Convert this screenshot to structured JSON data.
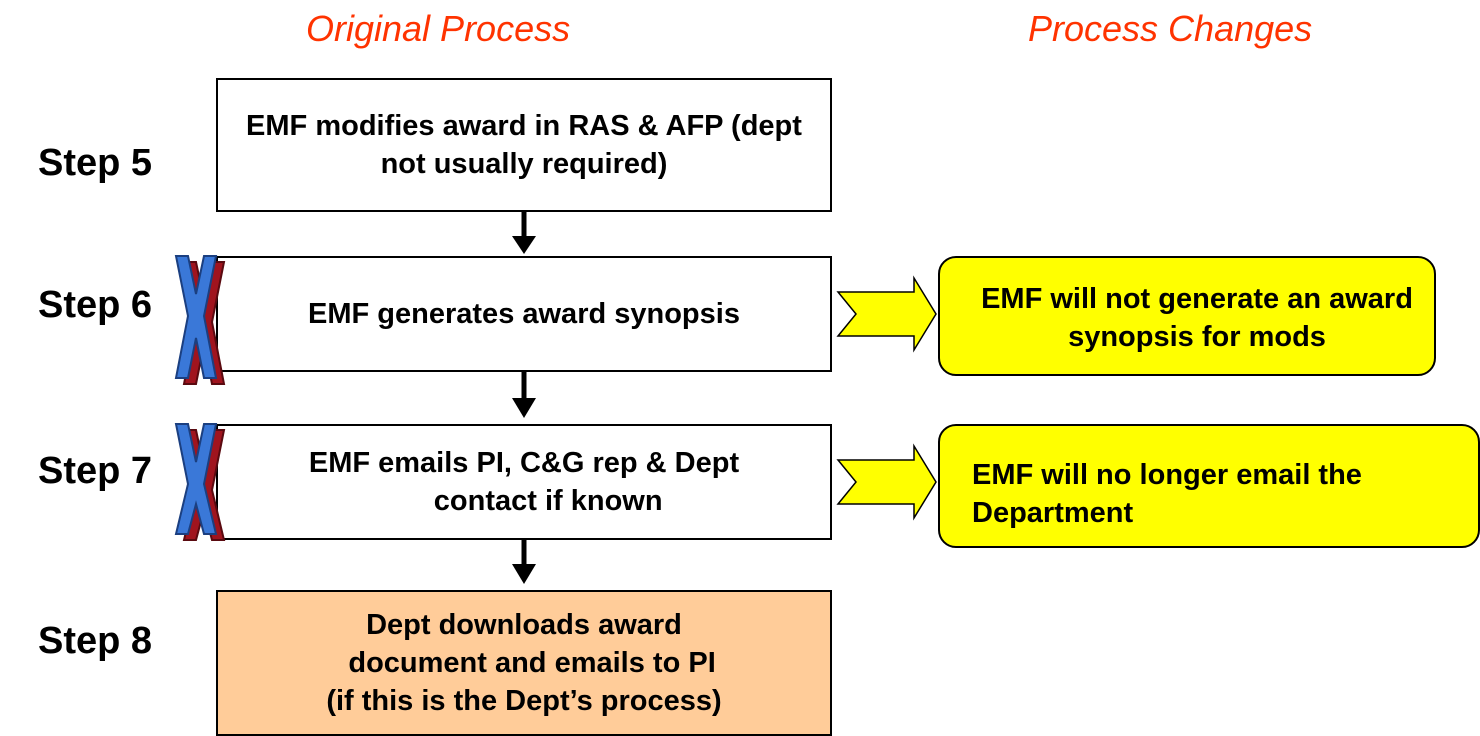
{
  "headings": {
    "left": "Original Process",
    "right": "Process Changes"
  },
  "steps": [
    {
      "label": "Step 5",
      "text": "EMF modifies award in RAS & AFP (dept not usually required)"
    },
    {
      "label": "Step 6",
      "text": "EMF generates award synopsis",
      "crossed_out": true,
      "change": "EMF will not generate an award synopsis for mods"
    },
    {
      "label": "Step 7",
      "text": "EMF emails PI, C&G rep & Dept\n      contact if known",
      "crossed_out": true,
      "change": "EMF will no longer email the Department"
    },
    {
      "label": "Step 8",
      "text": "Dept downloads award\n  document and emails to PI\n(if this is the Dept’s process)"
    }
  ],
  "colors": {
    "heading": "#ff3300",
    "change_fill": "#ffff00",
    "step8_fill": "#ffcc99",
    "x_mark_blue": "#3a78d8",
    "x_mark_shadow": "#a0141e"
  }
}
